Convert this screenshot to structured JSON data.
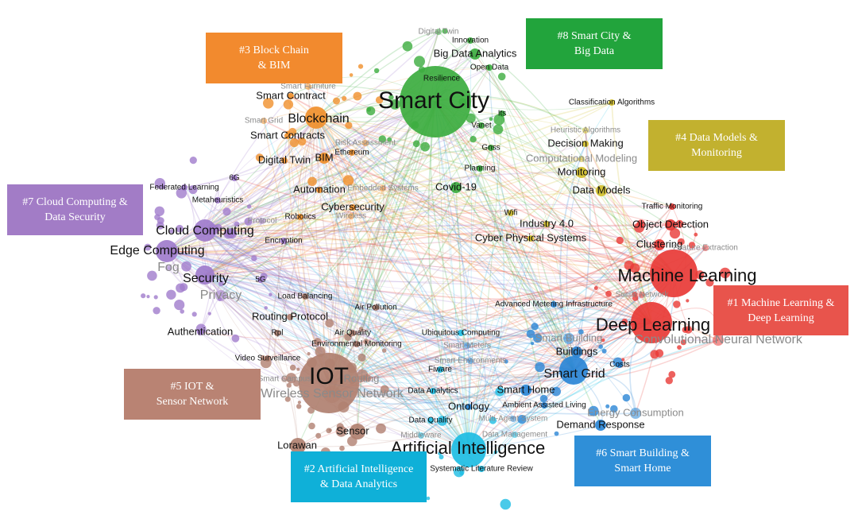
{
  "clusters": [
    {
      "id": "c1",
      "line1": "#1 Machine Learning &",
      "line2": "Deep Learning",
      "color": "#e8544c"
    },
    {
      "id": "c2",
      "line1": "#2 Artificial Intelligence",
      "line2": "& Data Analytics",
      "color": "#0fb0d8"
    },
    {
      "id": "c3",
      "line1": "#3 Block Chain",
      "line2": "& BIM",
      "color": "#f28a2e"
    },
    {
      "id": "c4",
      "line1": "#4 Data Models &",
      "line2": "Monitoring",
      "color": "#c2b12f"
    },
    {
      "id": "c5",
      "line1": "#5 IOT &",
      "line2": "Sensor Network",
      "color": "#b98373"
    },
    {
      "id": "c6",
      "line1": "#6 Smart Building &",
      "line2": "Smart Home",
      "color": "#2f8fd8"
    },
    {
      "id": "c7",
      "line1": "#7 Cloud Computing &",
      "line2": "Data Security",
      "color": "#a27cc6"
    },
    {
      "id": "c8",
      "line1": "#8 Smart City &",
      "line2": "Big Data",
      "color": "#22a43c"
    }
  ],
  "node_colors": {
    "green": "#3cad3f",
    "red": "#e83a36",
    "orange": "#f0902c",
    "olive": "#d3bf2a",
    "purple": "#a07ccc",
    "brown": "#b08070",
    "blue": "#2a86d6",
    "cyan": "#1dbde3"
  },
  "nodes": [
    {
      "label": "Smart City",
      "color": "green",
      "weight": 5,
      "size": "xl",
      "faint": false
    },
    {
      "label": "Big Data Analytics",
      "color": "green",
      "weight": 2,
      "size": "s",
      "faint": false
    },
    {
      "label": "Innovation",
      "color": "green",
      "weight": 1,
      "size": "xs",
      "faint": false
    },
    {
      "label": "Open Data",
      "color": "green",
      "weight": 1,
      "size": "xs",
      "faint": false
    },
    {
      "label": "Resilience",
      "color": "green",
      "weight": 1,
      "size": "xs",
      "faint": false
    },
    {
      "label": "Its",
      "color": "green",
      "weight": 1,
      "size": "xs",
      "faint": false
    },
    {
      "label": "Vanet",
      "color": "green",
      "weight": 1,
      "size": "xs",
      "faint": false
    },
    {
      "label": "Gnss",
      "color": "green",
      "weight": 1,
      "size": "xs",
      "faint": false
    },
    {
      "label": "Planning",
      "color": "green",
      "weight": 1,
      "size": "xs",
      "faint": false
    },
    {
      "label": "Covid-19",
      "color": "green",
      "weight": 2,
      "size": "s",
      "faint": false
    },
    {
      "label": "Digital Twin",
      "color": "green",
      "weight": 1,
      "size": "xs",
      "faint": true
    },
    {
      "label": "Blockchain",
      "color": "orange",
      "weight": 3,
      "size": "m",
      "faint": false
    },
    {
      "label": "Smart Contract",
      "color": "orange",
      "weight": 1,
      "size": "s",
      "faint": false
    },
    {
      "label": "Smart Contracts",
      "color": "orange",
      "weight": 1,
      "size": "s",
      "faint": false
    },
    {
      "label": "Digital Twin",
      "color": "orange",
      "weight": 1,
      "size": "s",
      "faint": false
    },
    {
      "label": "BIM",
      "color": "orange",
      "weight": 2,
      "size": "s",
      "faint": false
    },
    {
      "label": "Ethereum",
      "color": "orange",
      "weight": 1,
      "size": "xs",
      "faint": false
    },
    {
      "label": "Risk Assessment",
      "color": "orange",
      "weight": 1,
      "size": "xs",
      "faint": true
    },
    {
      "label": "Automation",
      "color": "orange",
      "weight": 1,
      "size": "s",
      "faint": false
    },
    {
      "label": "Embedded Systems",
      "color": "orange",
      "weight": 1,
      "size": "xs",
      "faint": true
    },
    {
      "label": "Robotics",
      "color": "orange",
      "weight": 1,
      "size": "xs",
      "faint": false
    },
    {
      "label": "Smart Grid",
      "color": "orange",
      "weight": 1,
      "size": "xs",
      "faint": true
    },
    {
      "label": "Cybersecurity",
      "color": "orange",
      "weight": 1,
      "size": "s",
      "faint": false
    },
    {
      "label": "Wireless",
      "color": "orange",
      "weight": 1,
      "size": "xs",
      "faint": true
    },
    {
      "label": "Smart Furniture",
      "color": "orange",
      "weight": 1,
      "size": "xs",
      "faint": true
    },
    {
      "label": "Classification Algorithms",
      "color": "olive",
      "weight": 1,
      "size": "xs",
      "faint": false
    },
    {
      "label": "Heuristic Algorithms",
      "color": "olive",
      "weight": 1,
      "size": "xs",
      "faint": true
    },
    {
      "label": "Decision Making",
      "color": "olive",
      "weight": 1,
      "size": "s",
      "faint": false
    },
    {
      "label": "Computational Modeling",
      "color": "olive",
      "weight": 1,
      "size": "s",
      "faint": true
    },
    {
      "label": "Monitoring",
      "color": "olive",
      "weight": 2,
      "size": "s",
      "faint": false
    },
    {
      "label": "Data Models",
      "color": "olive",
      "weight": 2,
      "size": "s",
      "faint": false
    },
    {
      "label": "Wifi",
      "color": "olive",
      "weight": 1,
      "size": "xs",
      "faint": false
    },
    {
      "label": "Industry 4.0",
      "color": "olive",
      "weight": 1,
      "size": "s",
      "faint": false
    },
    {
      "label": "Cyber Physical Systems",
      "color": "olive",
      "weight": 1,
      "size": "s",
      "faint": false
    },
    {
      "label": "Traffic Monitoring",
      "color": "red",
      "weight": 1,
      "size": "xs",
      "faint": false
    },
    {
      "label": "Object Detection",
      "color": "red",
      "weight": 2,
      "size": "s",
      "faint": false
    },
    {
      "label": "Clustering",
      "color": "red",
      "weight": 2,
      "size": "s",
      "faint": false
    },
    {
      "label": "Feature Extraction",
      "color": "red",
      "weight": 1,
      "size": "xs",
      "faint": true
    },
    {
      "label": "Machine Learning",
      "color": "red",
      "weight": 5,
      "size": "l",
      "faint": false
    },
    {
      "label": "Deep Learning",
      "color": "red",
      "weight": 4,
      "size": "l",
      "faint": false
    },
    {
      "label": "Convolutional Neural Network",
      "color": "red",
      "weight": 2,
      "size": "m",
      "faint": true
    },
    {
      "label": "Social Network",
      "color": "red",
      "weight": 1,
      "size": "xs",
      "faint": true
    },
    {
      "label": "Cloud Computing",
      "color": "purple",
      "weight": 3,
      "size": "m",
      "faint": false
    },
    {
      "label": "Edge Computing",
      "color": "purple",
      "weight": 3,
      "size": "m",
      "faint": false
    },
    {
      "label": "Security",
      "color": "purple",
      "weight": 3,
      "size": "m",
      "faint": false
    },
    {
      "label": "Federated Learning",
      "color": "purple",
      "weight": 1,
      "size": "xs",
      "faint": false
    },
    {
      "label": "6G",
      "color": "purple",
      "weight": 1,
      "size": "xs",
      "faint": false
    },
    {
      "label": "Metaheuristics",
      "color": "purple",
      "weight": 1,
      "size": "xs",
      "faint": false
    },
    {
      "label": "Encryption",
      "color": "purple",
      "weight": 1,
      "size": "xs",
      "faint": false
    },
    {
      "label": "5G",
      "color": "purple",
      "weight": 1,
      "size": "xs",
      "faint": false
    },
    {
      "label": "Privacy",
      "color": "purple",
      "weight": 2,
      "size": "m",
      "faint": true
    },
    {
      "label": "Fog",
      "color": "purple",
      "weight": 1,
      "size": "m",
      "faint": true
    },
    {
      "label": "Authentication",
      "color": "purple",
      "weight": 1,
      "size": "s",
      "faint": false
    },
    {
      "label": "Protocol",
      "color": "purple",
      "weight": 1,
      "size": "xs",
      "faint": true
    },
    {
      "label": "IOT",
      "color": "brown",
      "weight": 5,
      "size": "xl",
      "faint": false
    },
    {
      "label": "Wireless Sensor Network",
      "color": "brown",
      "weight": 3,
      "size": "m",
      "faint": true
    },
    {
      "label": "Sensor",
      "color": "brown",
      "weight": 2,
      "size": "s",
      "faint": false
    },
    {
      "label": "Lorawan",
      "color": "brown",
      "weight": 2,
      "size": "s",
      "faint": false
    },
    {
      "label": "Routing Protocol",
      "color": "brown",
      "weight": 1,
      "size": "s",
      "faint": false
    },
    {
      "label": "Load Balancing",
      "color": "brown",
      "weight": 1,
      "size": "xs",
      "faint": false
    },
    {
      "label": "Air Pollution",
      "color": "brown",
      "weight": 1,
      "size": "xs",
      "faint": false
    },
    {
      "label": "Air Quality",
      "color": "brown",
      "weight": 1,
      "size": "xs",
      "faint": false
    },
    {
      "label": "Environmental Monitoring",
      "color": "brown",
      "weight": 1,
      "size": "xs",
      "faint": false
    },
    {
      "label": "Rpl",
      "color": "brown",
      "weight": 1,
      "size": "xs",
      "faint": false
    },
    {
      "label": "Video Surveillance",
      "color": "brown",
      "weight": 1,
      "size": "xs",
      "faint": false
    },
    {
      "label": "Smart Campus",
      "color": "brown",
      "weight": 1,
      "size": "xs",
      "faint": true
    },
    {
      "label": "Routing",
      "color": "brown",
      "weight": 1,
      "size": "s",
      "faint": true
    },
    {
      "label": "Smart Building",
      "color": "blue",
      "weight": 2,
      "size": "s",
      "faint": true
    },
    {
      "label": "Buildings",
      "color": "blue",
      "weight": 2,
      "size": "s",
      "faint": false
    },
    {
      "label": "Smart Grid",
      "color": "blue",
      "weight": 3,
      "size": "m",
      "faint": false
    },
    {
      "label": "Smart Home",
      "color": "blue",
      "weight": 2,
      "size": "s",
      "faint": false
    },
    {
      "label": "Costs",
      "color": "blue",
      "weight": 1,
      "size": "xs",
      "faint": false
    },
    {
      "label": "Energy Consumption",
      "color": "blue",
      "weight": 2,
      "size": "s",
      "faint": true
    },
    {
      "label": "Demand Response",
      "color": "blue",
      "weight": 2,
      "size": "s",
      "faint": false
    },
    {
      "label": "Ambient Assisted Living",
      "color": "blue",
      "weight": 1,
      "size": "xs",
      "faint": false
    },
    {
      "label": "Advanced Metering Infrastructure",
      "color": "blue",
      "weight": 1,
      "size": "xs",
      "faint": false
    },
    {
      "label": "Ontology",
      "color": "blue",
      "weight": 1,
      "size": "s",
      "faint": false
    },
    {
      "label": "Multi-Agent System",
      "color": "blue",
      "weight": 1,
      "size": "xs",
      "faint": true
    },
    {
      "label": "Smart Environments",
      "color": "blue",
      "weight": 1,
      "size": "xs",
      "faint": true
    },
    {
      "label": "Smart Meters",
      "color": "blue",
      "weight": 1,
      "size": "xs",
      "faint": true
    },
    {
      "label": "Artificial Intelligence",
      "color": "cyan",
      "weight": 4,
      "size": "l",
      "faint": false
    },
    {
      "label": "Ubiquitous Computing",
      "color": "cyan",
      "weight": 1,
      "size": "xs",
      "faint": false
    },
    {
      "label": "Data Analytics",
      "color": "cyan",
      "weight": 1,
      "size": "xs",
      "faint": false
    },
    {
      "label": "Fiware",
      "color": "cyan",
      "weight": 1,
      "size": "xs",
      "faint": false
    },
    {
      "label": "Data Quality",
      "color": "cyan",
      "weight": 1,
      "size": "xs",
      "faint": false
    },
    {
      "label": "Middleware",
      "color": "cyan",
      "weight": 1,
      "size": "xs",
      "faint": true
    },
    {
      "label": "Systematic Literature Review",
      "color": "cyan",
      "weight": 1,
      "size": "xs",
      "faint": false
    },
    {
      "label": "Data Management",
      "color": "cyan",
      "weight": 1,
      "size": "xs",
      "faint": true
    }
  ]
}
